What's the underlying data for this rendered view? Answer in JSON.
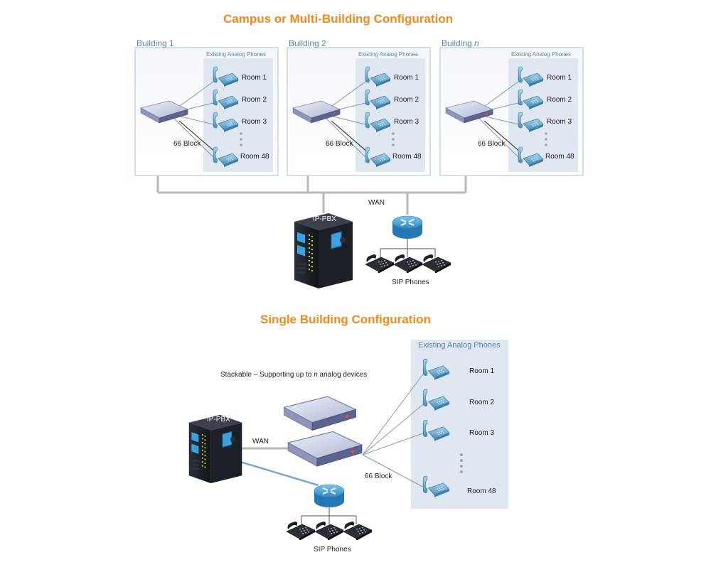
{
  "titles": {
    "campus": "Campus or Multi-Building Configuration",
    "single": "Single Building Configuration"
  },
  "campus": {
    "buildings": [
      {
        "name": "Building 1"
      },
      {
        "name": "Building 2"
      },
      {
        "name": "Building n"
      }
    ],
    "existing_label": "Existing Analog Phones",
    "rooms": [
      "Room 1",
      "Room 2",
      "Room 3",
      "Room 48"
    ],
    "block_label": "66 Block",
    "wan_label": "WAN",
    "pbx_label": "IP-PBX",
    "sip_label": "SIP Phones"
  },
  "single": {
    "existing_label": "Existing Analog Phones",
    "stackable_label": "Stackable – Supporting up to n analog devices",
    "rooms": [
      "Room 1",
      "Room 2",
      "Room 3",
      "Room 48"
    ],
    "block_label": "66 Block",
    "wan_label": "WAN",
    "pbx_label": "IP-PBX",
    "sip_label": "SIP Phones"
  },
  "colors": {
    "title": "#f08a1c",
    "building_border": "#bfd9e2",
    "panel_fill": "#dfe7f0",
    "wan_line": "#b8b8b8",
    "label_blue": "#5b86a8"
  },
  "icons": [
    "gateway-device-icon",
    "analog-phone-icon",
    "ip-pbx-server-icon",
    "router-icon",
    "sip-phone-icon"
  ]
}
